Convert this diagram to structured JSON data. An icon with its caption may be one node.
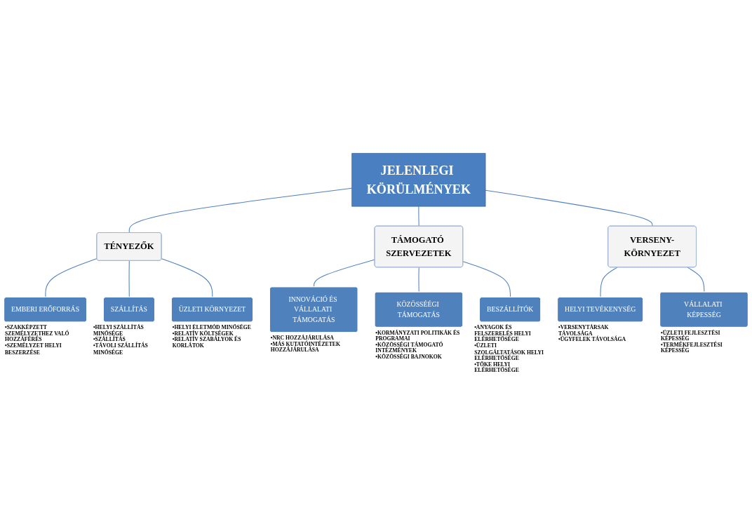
{
  "diagram": {
    "nodes": [
      {
        "text": [
          "JELENLEGI KÖRÜLMÉNYEK"
        ]
      },
      {
        "text": [
          "TÉNYEZŐK"
        ]
      },
      {
        "text": [
          "TÁMOGATÓ SZERVEZETEK"
        ]
      },
      {
        "text": [
          "VERSENY-KÖRNYEZET"
        ]
      },
      {
        "text": [
          "EMBERI ERŐFORRÁS"
        ],
        "beside": [
          "•SZAKKÉPZETT SZEMÉLYZETHEZ VALÓ HOZZÁFÉRÉS",
          "•SZEMÉLYZET HELYI BESZERZÉSE"
        ]
      },
      {
        "text": [
          "SZÁLLÍTÁS"
        ],
        "beside": [
          "•HELYI SZÁLLÍTÁS MINŐSÉGE",
          "•SZÁLLÍTÁS",
          "•TÁVOLI SZÁLLÍTÁS MINŐSÉGE"
        ]
      },
      {
        "text": [
          "ÜZLETI KÖRNYEZET"
        ],
        "beside": [
          "•HELYI ÉLETMÓD MINŐSÉGE",
          "•RELATÍV KÖLTSÉGEK",
          "•RELATÍV SZABÁLYOK ÉS KORLÁTOK"
        ]
      },
      {
        "text": [
          "INNOVÁCIÓ ÉS VÁLLALATI TÁMOGATÁS"
        ],
        "beside": [
          "•NRC HOZZÁJÁRULÁSA",
          "•MÁS KUTATÓINTÉZETEK HOZZÁJÁRULÁSA"
        ]
      },
      {
        "text": [
          "KÖZÖSSÉÉGI TÁMOGATÁS"
        ],
        "beside": [
          "•KORMÁNYZATI POLITIKÁK ÉS PROGRAMAI",
          "•KÖZÖSSÉGI TÁMOGATÓ INTÉZMÉNYEK",
          "•KÖZÖSSÉGI BAJNOKOK"
        ]
      },
      {
        "text": [
          "BESZÁLLÍTÓK"
        ],
        "beside": [
          "•ANYAGOK ÉS FELSZERELÉS HELYI ELÉRHETŐSÉGE",
          "•ÜZLETI SZOLGÁLTATÁSOK HELYI ELÉRHETŐSÉGE",
          "•TŐKE HELYI ELÉRHETŐSÉGE"
        ]
      },
      {
        "text": [
          "HELYI TEVÉKENYSÉG"
        ],
        "beside": [
          "•VERSENYTÁRSAK TÁVOLSÁGA",
          "•ÜGYFELEK TÁVOLSÁGA"
        ]
      },
      {
        "text": [
          "VÁLLALATI KÉPESSÉG"
        ],
        "beside": [
          "•ÜZLETI FEJLESZTÉSI KÉPESSÉG",
          "•TERMÉKFEJLESZTÉSI KÉPESSÉG"
        ]
      }
    ],
    "edges": [
      {
        "from": 0,
        "to": 1,
        "arrow": "none"
      },
      {
        "from": 0,
        "to": 2,
        "arrow": "none"
      },
      {
        "from": 0,
        "to": 3,
        "arrow": "none"
      },
      {
        "from": 1,
        "to": 4,
        "arrow": "none"
      },
      {
        "from": 1,
        "to": 5,
        "arrow": "none"
      },
      {
        "from": 1,
        "to": 6,
        "arrow": "none"
      },
      {
        "from": 2,
        "to": 7,
        "arrow": "none"
      },
      {
        "from": 2,
        "to": 8,
        "arrow": "none"
      },
      {
        "from": 2,
        "to": 9,
        "arrow": "none"
      },
      {
        "from": 3,
        "to": 10,
        "arrow": "none"
      },
      {
        "from": 3,
        "to": 11,
        "arrow": "none"
      }
    ]
  }
}
